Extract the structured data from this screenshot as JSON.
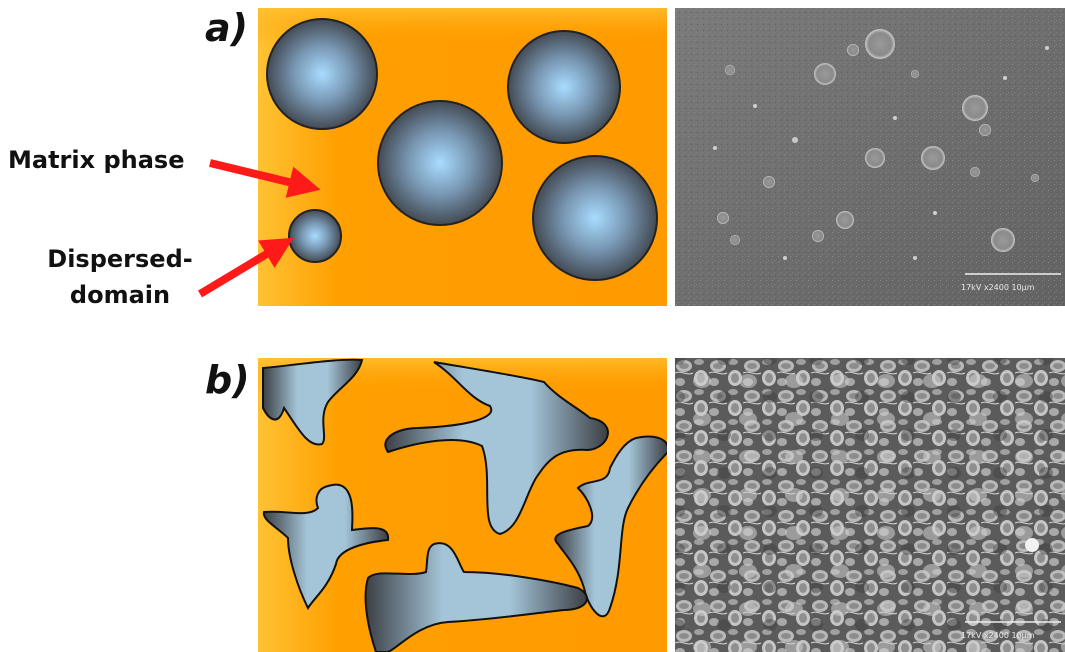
{
  "labels": {
    "panel_a": "a)",
    "panel_b": "b)",
    "matrix": "Matrix phase",
    "dispersed_line1": "Dispersed-",
    "dispersed_line2": "domain"
  },
  "sem": {
    "scale_text": "17kV x2400  10μm"
  },
  "colors": {
    "matrix_orange": "#ff9f00",
    "matrix_highlight": "#ffc233",
    "droplet_light": "#9fd4ff",
    "droplet_dark": "#3a3d44",
    "arrow_red": "#ff1a1a",
    "sem_gray": "#6f6f6f"
  }
}
